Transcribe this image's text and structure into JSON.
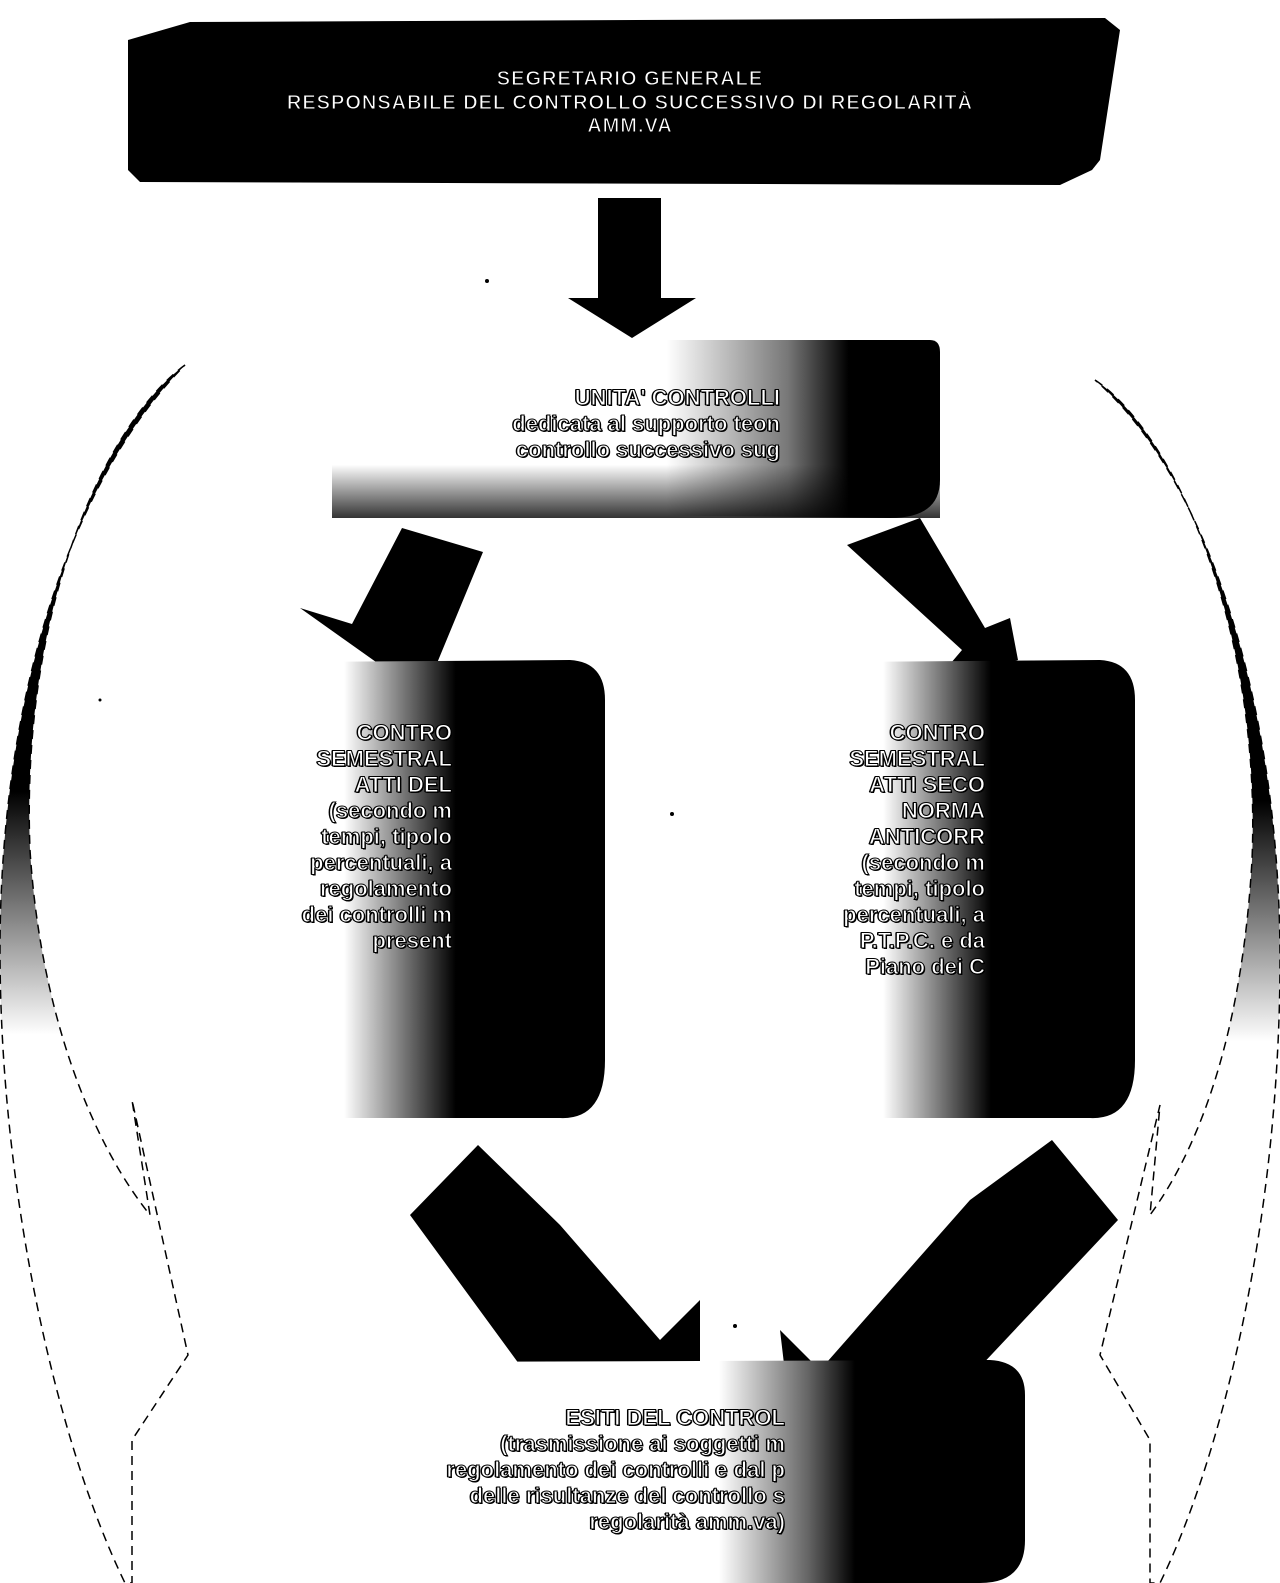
{
  "top_box": {
    "title": "SEGRETARIO GENERALE",
    "line2": "RESPONSABILE DEL CONTROLLO SUCCESSIVO DI REGOLARITÀ",
    "line3": "AMM.VA"
  },
  "unit_box": {
    "title": "UNITA' CONTROLLI",
    "line2": "dedicata al supporto teon",
    "line3": "controllo successivo sug"
  },
  "left_box": {
    "lines": [
      "CONTRO",
      "SEMESTRAL",
      "ATTI DEL",
      "(secondo m",
      "tempi, tipolo",
      "percentuali, a",
      "regolamento",
      "dei controlli m",
      "present"
    ]
  },
  "right_box": {
    "lines": [
      "CONTRO",
      "SEMESTRAL",
      "ATTI SECO",
      "NORMA",
      "ANTICORR",
      "(secondo m",
      "tempi, tipolo",
      "percentuali, a",
      "P.T.P.C. e da",
      "Piano dei C"
    ]
  },
  "bottom_box": {
    "title": "ESITI DEL CONTROL",
    "line2": "(trasmissione ai soggetti m",
    "line3": "regolamento dei controlli e dal p",
    "line4": "delle risultanze del controllo s",
    "line5": "regolarità amm.va)"
  }
}
